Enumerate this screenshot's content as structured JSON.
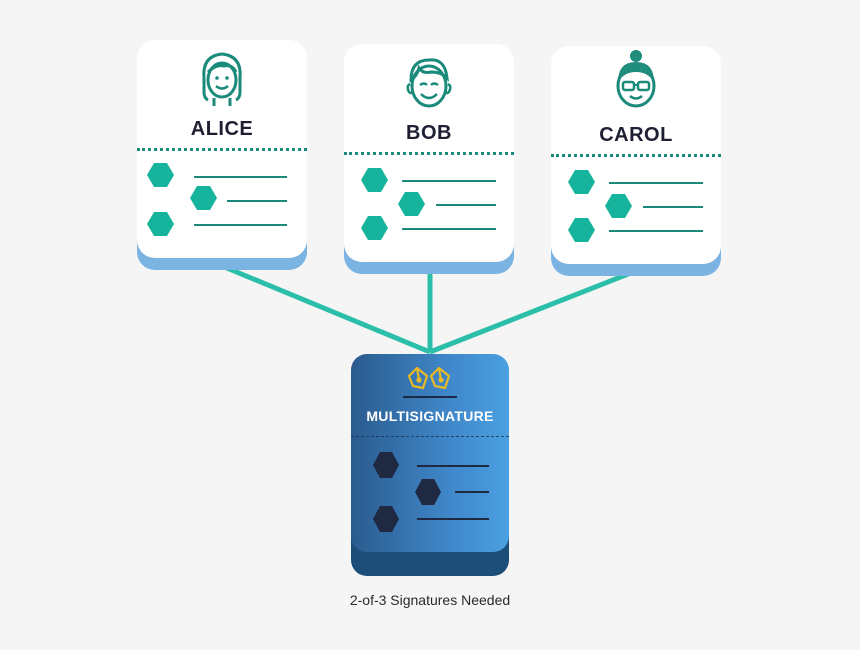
{
  "signers": [
    {
      "name": "ALICE",
      "avatar": "woman-icon"
    },
    {
      "name": "BOB",
      "avatar": "man-icon"
    },
    {
      "name": "CAROL",
      "avatar": "woman-glasses-bun-icon"
    }
  ],
  "multisig": {
    "title": "MULTISIGNATURE",
    "icon": "pen-nib-icon"
  },
  "caption": "2-of-3 Signatures Needed",
  "colors": {
    "background": "#f5f5f5",
    "teal": "#1aa58f",
    "hex_teal": "#16b49c",
    "card_shadow": "#7bb4e3",
    "multisig_blue": "#3f86c8",
    "dark_hex": "#1f2942",
    "connector": "#2bbfaa",
    "pen_gold": "#e8b923"
  }
}
